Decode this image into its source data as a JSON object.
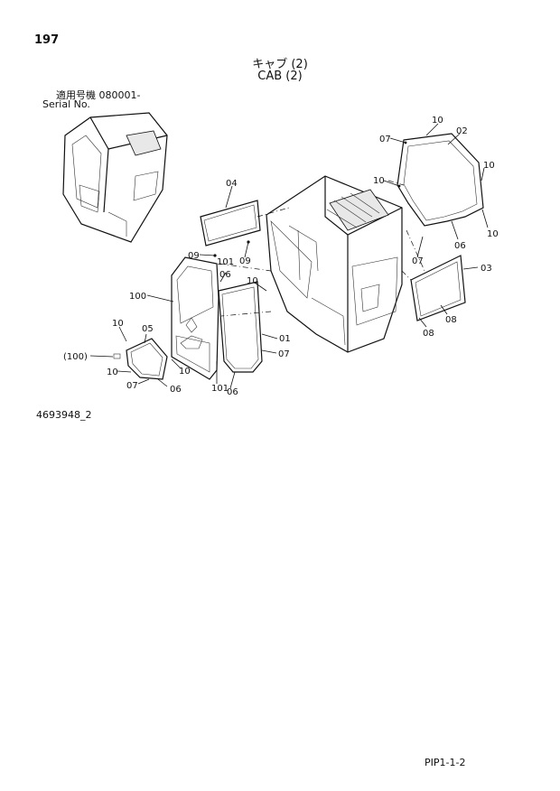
{
  "header": {
    "page_number": "197",
    "title_jp": "キャブ (2)",
    "title_en": "CAB (2)",
    "serial_jp": "適用号機 080001-",
    "serial_en": "Serial No."
  },
  "footer": {
    "drawing_id": "4693948_2",
    "page_code": "PIP1-1-2"
  },
  "callouts": {
    "c01": "10",
    "c02": "07",
    "c03": "02",
    "c04": "10",
    "c05": "10",
    "c06": "10",
    "c07": "06",
    "c08": "07",
    "c09": "03",
    "c10": "08",
    "c11": "08",
    "c12": "04",
    "c13": "09",
    "c14": "101",
    "c15": "09",
    "c16": "06",
    "c17": "10",
    "c18": "100",
    "c19": "10",
    "c20": "05",
    "c21": "(100)",
    "c22": "10",
    "c23": "07",
    "c24": "06",
    "c25": "10",
    "c26": "101",
    "c27": "06",
    "c28": "01",
    "c29": "07"
  }
}
